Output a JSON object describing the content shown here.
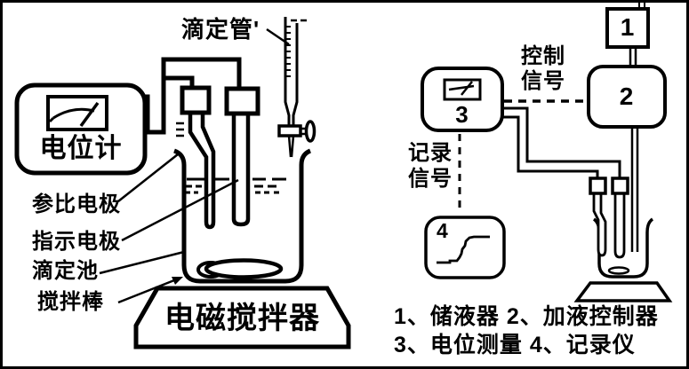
{
  "diagram": {
    "bg_color": "#ffffff",
    "line_color": "#000000",
    "left": {
      "burette_label": "滴定管'",
      "potentiometer_label": "电位计",
      "electrode_labels": [
        "参比电极",
        "指示电极",
        "滴定池",
        "搅拌棒"
      ],
      "stirrer_label": "电磁搅拌器"
    },
    "right": {
      "control_signal": [
        "控制",
        "信号"
      ],
      "record_signal": [
        "记录",
        "信号"
      ],
      "box_numbers": [
        "1",
        "2",
        "3",
        "4"
      ],
      "legend": [
        "1、储液器 2、加液控制器",
        "3、电位测量 4、记录仪"
      ]
    }
  }
}
